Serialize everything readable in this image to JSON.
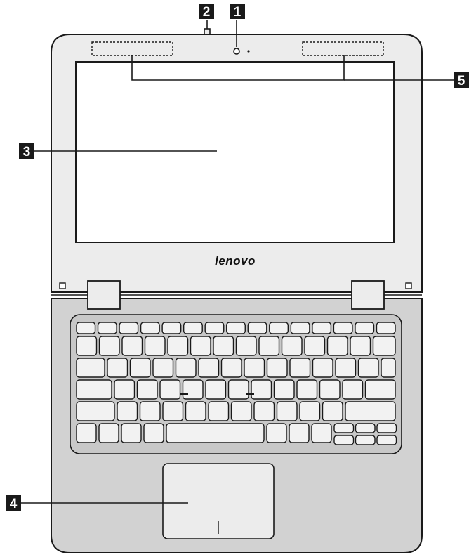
{
  "callouts": {
    "c1": "1",
    "c2": "2",
    "c3": "3",
    "c4": "4",
    "c5": "5"
  },
  "brand": "lenovo",
  "colors": {
    "outline": "#1a1a1a",
    "lid": "#ececec",
    "base": "#d2d2d2",
    "keyboard_area": "#c8c8c8",
    "key": "#f2f2f2",
    "screen": "#ffffff",
    "callout_box": "#1a1a1a"
  }
}
